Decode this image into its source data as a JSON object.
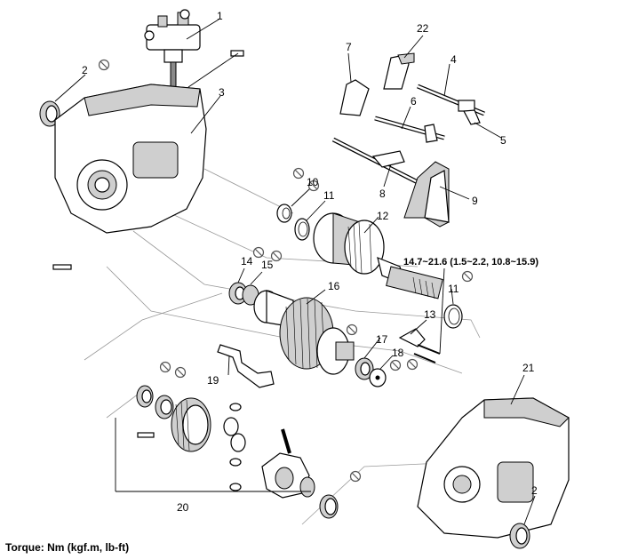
{
  "callouts": {
    "n1": "1",
    "n2a": "2",
    "n2b": "2",
    "n3": "3",
    "n4": "4",
    "n5": "5",
    "n6": "6",
    "n7": "7",
    "n8": "8",
    "n9": "9",
    "n10": "10",
    "n11a": "11",
    "n11b": "11",
    "n12": "12",
    "n13": "13",
    "n14": "14",
    "n15": "15",
    "n16": "16",
    "n17": "17",
    "n18": "18",
    "n19": "19",
    "n20": "20",
    "n21": "21",
    "n22": "22"
  },
  "torque_spec": "14.7~21.6 (1.5~2.2, 10.8~15.9)",
  "caption": "Torque: Nm (kgf.m, lb-ft)",
  "icons": {
    "non_reusable": "prohibition-circle-icon"
  },
  "colors": {
    "line": "#000000",
    "shading": "#cfcfcf",
    "background": "#ffffff"
  }
}
